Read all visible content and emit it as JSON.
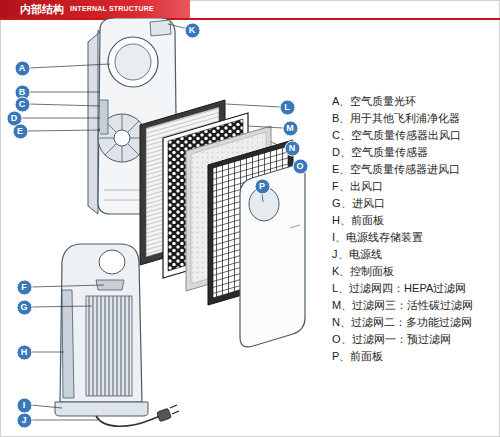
{
  "diagram": {
    "nodes": [
      {
        "text": [
          "内部结构",
          "INTERNAL STRUCTURE"
        ]
      },
      {
        "text": [
          "K"
        ]
      },
      {
        "text": [
          "A"
        ]
      },
      {
        "text": [
          "B"
        ]
      },
      {
        "text": [
          "C"
        ]
      },
      {
        "text": [
          "D"
        ]
      },
      {
        "text": [
          "E"
        ]
      },
      {
        "text": [
          "L"
        ]
      },
      {
        "text": [
          "M"
        ]
      },
      {
        "text": [
          "N"
        ]
      },
      {
        "text": [
          "O"
        ]
      },
      {
        "text": [
          "P"
        ]
      },
      {
        "text": [
          "F"
        ]
      },
      {
        "text": [
          "G"
        ]
      },
      {
        "text": [
          "H"
        ]
      },
      {
        "text": [
          "I"
        ]
      },
      {
        "text": [
          "J"
        ]
      }
    ],
    "labels": [
      "A、空气质量光环",
      "B、用于其他飞利浦净化器",
      "C、空气质量传感器出风口",
      "D、空气质量传感器",
      "E、空气质量传感器进风口",
      "F、出风口",
      "G、进风口",
      "H、前面板",
      "I、电源线存储装置",
      "J、电源线",
      "K、控制面板",
      "L、过滤网四：HEPA过滤网",
      "M、过滤网三：活性碳过滤网",
      "N、过滤网二：多功能过滤网",
      "O、过滤网一：预过滤网",
      "P、前面板"
    ]
  }
}
